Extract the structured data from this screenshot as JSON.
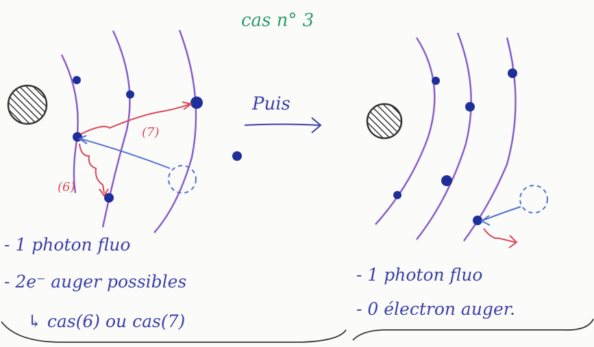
{
  "title": "cas n° 3",
  "arrow_label": "Puis",
  "left_panel": {
    "transition_labels": [
      "(7)",
      "(6)"
    ],
    "notes": [
      "- 1 photon fluo",
      "- 2e⁻ auger possibles",
      "↳ cas(6) ou cas(7)"
    ]
  },
  "right_panel": {
    "notes": [
      "- 1 photon fluo",
      "- 0 électron auger."
    ]
  },
  "colors": {
    "title": "#2e9c6a",
    "shell": "#8a5ec8",
    "electron": "#1f2f9a",
    "red_arrow": "#d9475a",
    "blue_arrow": "#4f6fcf",
    "ink": "#3a3fa8",
    "nucleus": "#333333"
  }
}
